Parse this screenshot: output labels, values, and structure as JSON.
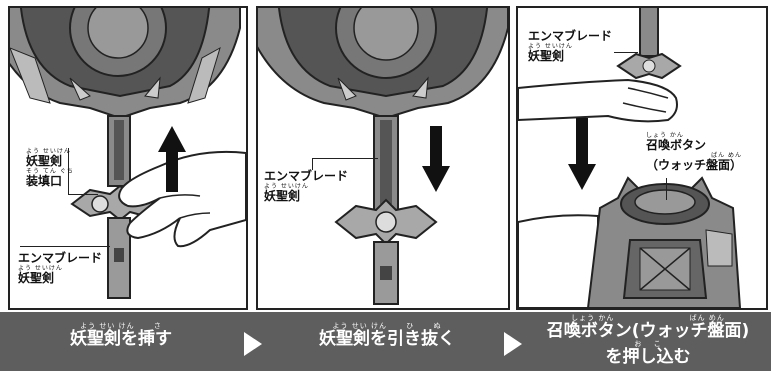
{
  "panel1": {
    "slot_ruby": "よう せいけん",
    "slot_line1": "妖聖剣",
    "slot_ruby2": "そう てん ぐち",
    "slot_line2": "装填口",
    "blade_ruby": "よう せいけん",
    "blade_line1": "エンマブレード",
    "blade_line2": "妖聖剣"
  },
  "panel2": {
    "blade_ruby": "よう せいけん",
    "blade_line1": "エンマブレード",
    "blade_line2": "妖聖剣"
  },
  "panel3": {
    "blade_ruby": "よう せいけん",
    "blade_line1": "エンマブレード",
    "blade_line2": "妖聖剣",
    "button_ruby": "しょう かん",
    "button_line1": "召喚ボタン",
    "button_ruby2": "ばん めん",
    "button_line2": "（ウォッチ盤面）"
  },
  "steps": [
    {
      "ruby": "よう せい けん　　 さ",
      "label": "妖聖剣を挿す"
    },
    {
      "ruby": "よう せい けん　　 ひ　　 ぬ",
      "label": "妖聖剣を引き抜く"
    },
    {
      "ruby": "しょう かん　　　　　　　　　 ばん めん",
      "label": "召喚ボタン(ウォッチ盤面)",
      "ruby2": "お　 こ",
      "label2": "を押し込む"
    }
  ],
  "colors": {
    "bar": "#5e5e5e",
    "line": "#222222",
    "device_dark": "#6d6d6d",
    "device_mid": "#a8a8a8",
    "device_light": "#d9d9d9"
  }
}
